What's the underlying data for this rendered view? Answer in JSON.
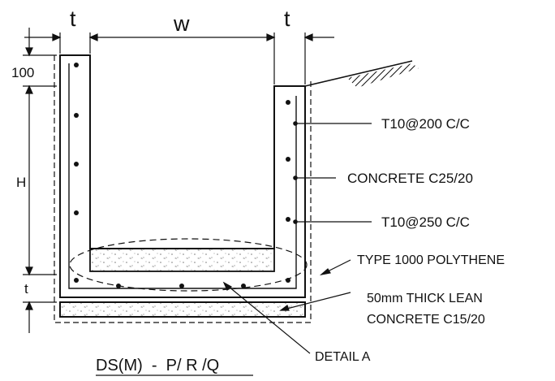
{
  "dimensions": {
    "thickness_left": "t",
    "width": "w",
    "thickness_right": "t",
    "freeboard": "100",
    "height": "H",
    "base_thickness": "t"
  },
  "callouts": {
    "rebar_vertical": "T10@200 C/C",
    "concrete": "CONCRETE C25/20",
    "rebar_horizontal": "T10@250 C/C",
    "membrane": "TYPE 1000 POLYTHENE",
    "lean_line1": "50mm THICK LEAN",
    "lean_line2": "CONCRETE C15/20",
    "detail": "DETAIL A"
  },
  "title": "DS(M)  -  P/ R /Q",
  "colors": {
    "ink": "#111111",
    "background": "#ffffff",
    "speckle": "#7a7a7a"
  }
}
